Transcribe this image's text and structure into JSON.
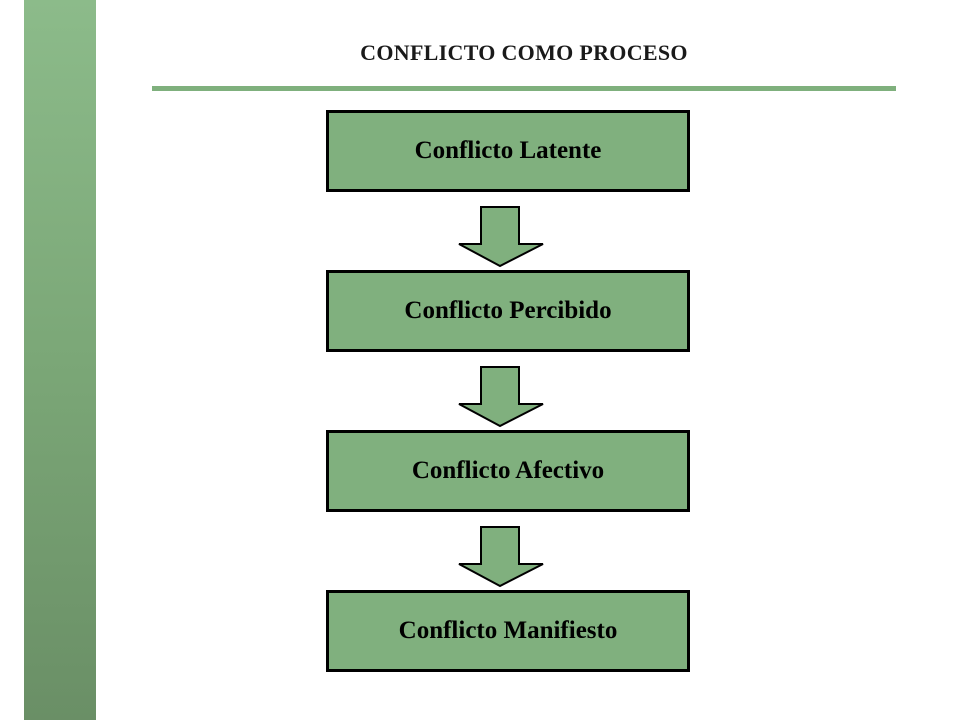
{
  "title": "CONFLICTO COMO PROCESO",
  "colors": {
    "box_fill": "#80b07e",
    "sidebar": "#7ba777",
    "rule": "#7fb07d"
  },
  "stages": [
    {
      "label": "Conflicto Latente"
    },
    {
      "label": "Conflicto Percibido"
    },
    {
      "label": "Conflicto Afectivo"
    },
    {
      "label": "Conflicto Manifiesto"
    }
  ],
  "connectors": [
    {
      "icon": "down-arrow-icon"
    },
    {
      "icon": "down-arrow-icon"
    },
    {
      "icon": "down-arrow-icon"
    }
  ]
}
